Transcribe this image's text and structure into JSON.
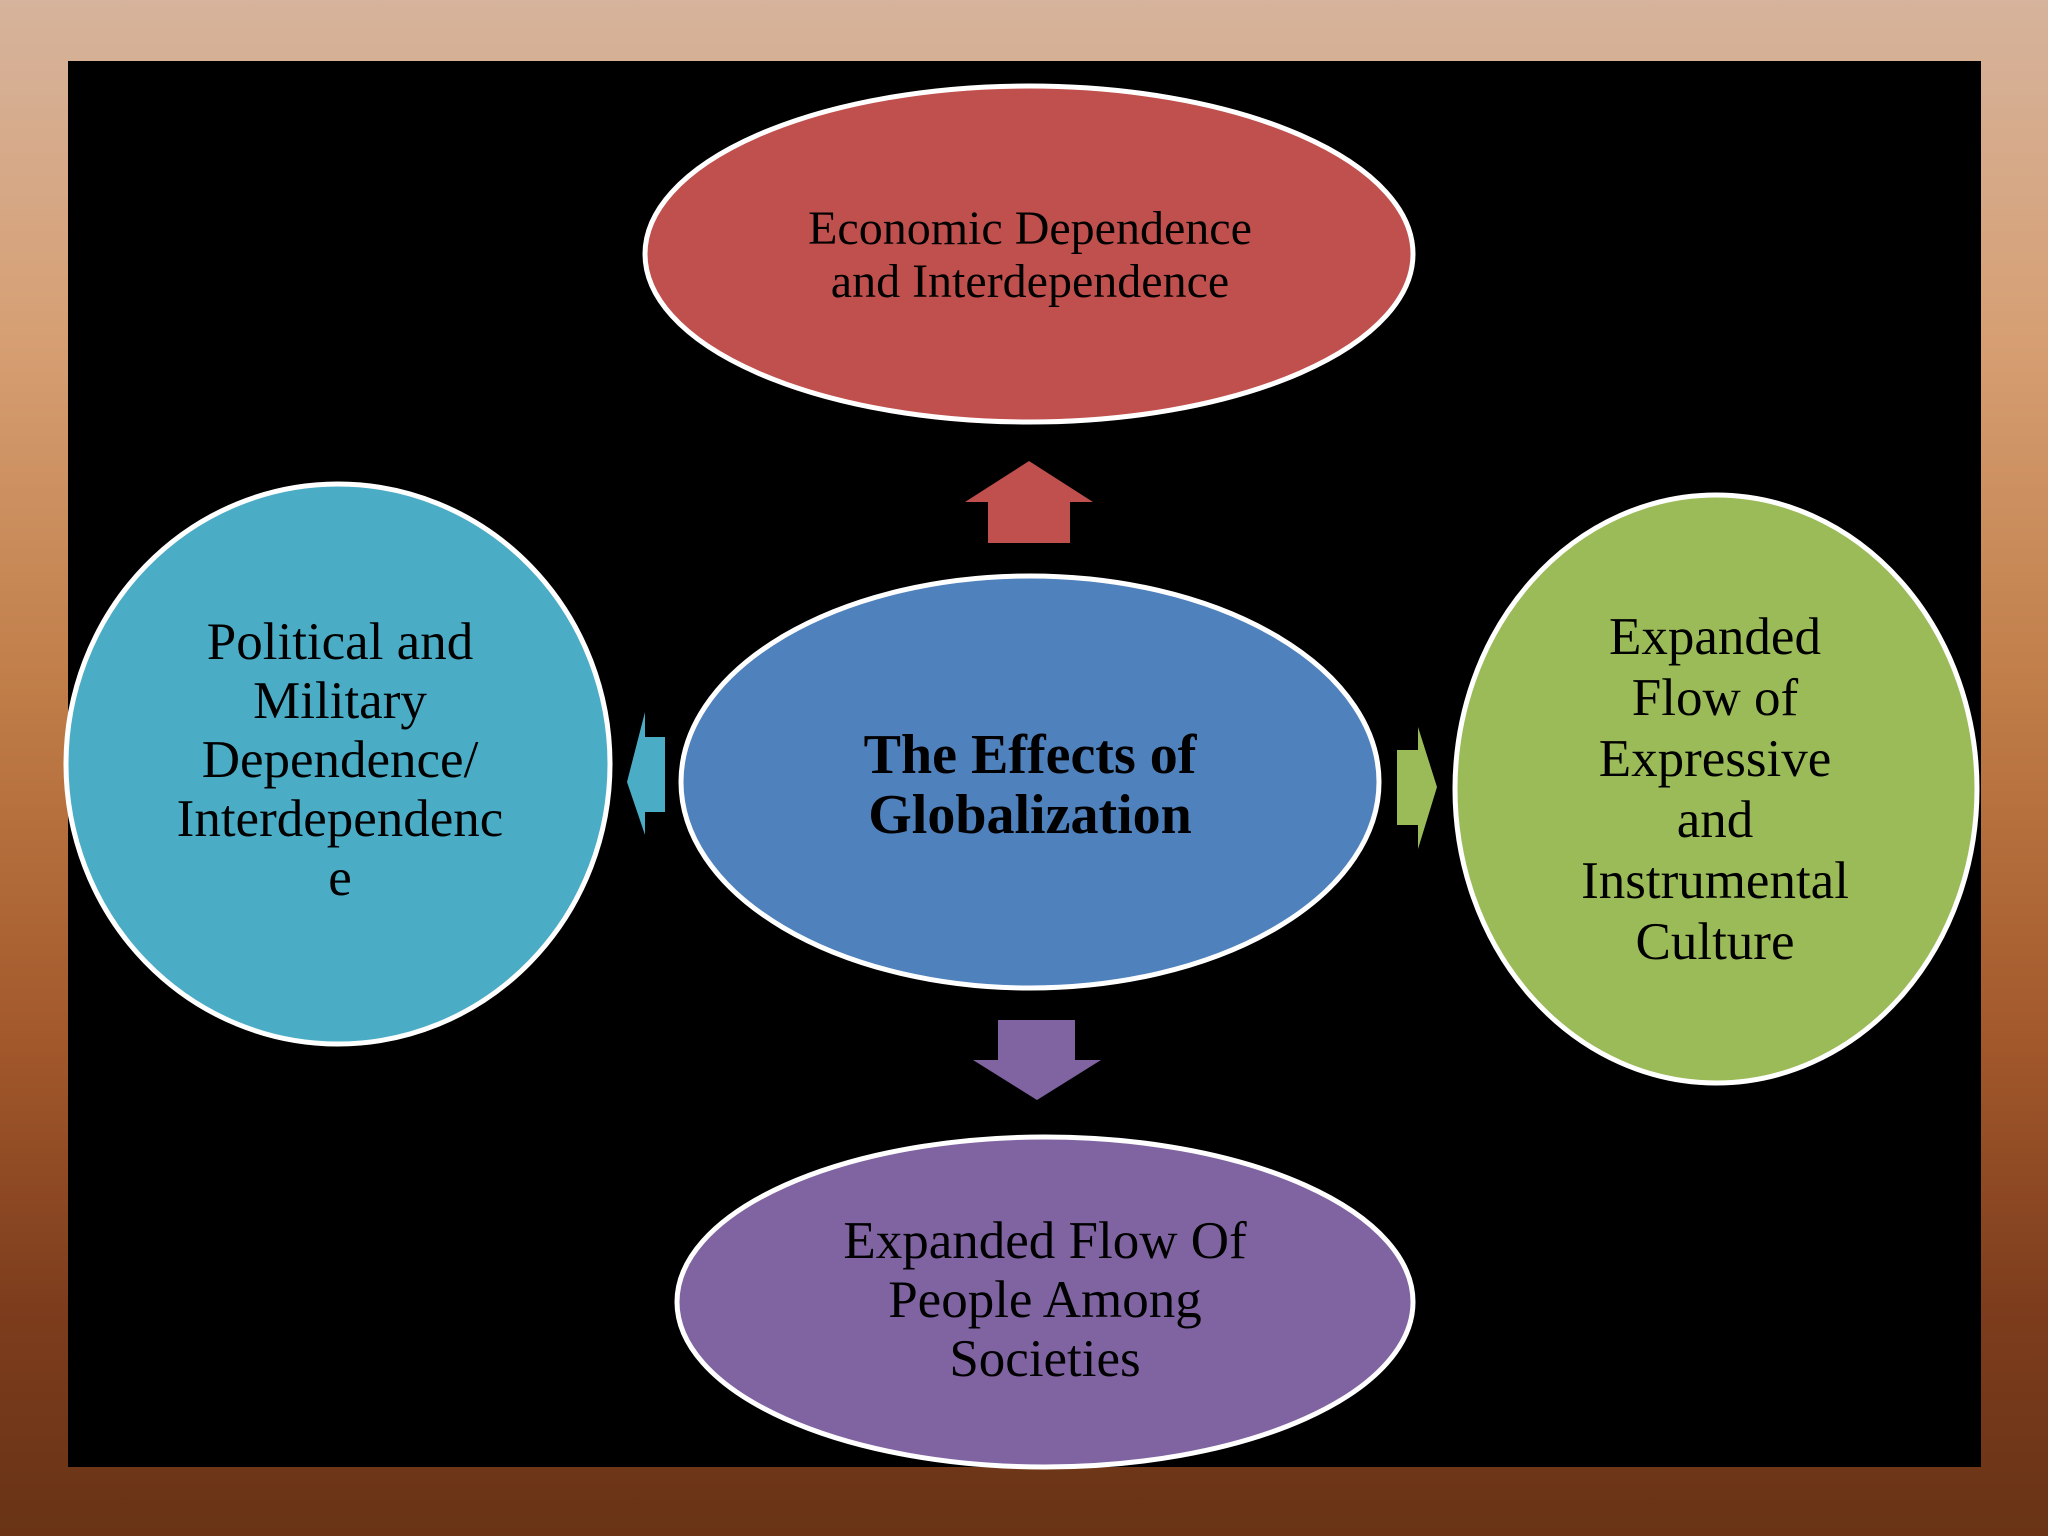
{
  "diagram": {
    "center": {
      "text": "The Effects of\nGlobalization",
      "color": "#4f81bd"
    },
    "top": {
      "text": "Economic Dependence\nand Interdependence",
      "color": "#c0504d"
    },
    "left": {
      "text": "Political and\nMilitary\nDependence/\nInterdependenc\ne",
      "color": "#4bacc6"
    },
    "right": {
      "text": "Expanded\nFlow of\nExpressive\nand\nInstrumental\nCulture",
      "color": "#9bbb59"
    },
    "bottom": {
      "text": "Expanded Flow Of\nPeople Among\nSocieties",
      "color": "#8064a2"
    }
  }
}
